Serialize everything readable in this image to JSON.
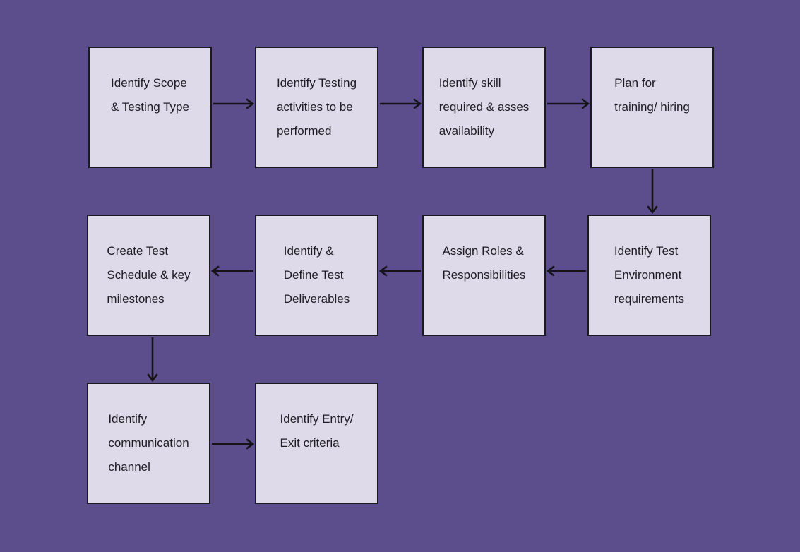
{
  "colors": {
    "background": "#5C4D8C",
    "node_fill": "#DEDAE9",
    "node_border": "#1A1A20",
    "arrow": "#141418",
    "text": "#1C1C22"
  },
  "nodes": [
    {
      "id": "identify-scope",
      "lines": [
        "Identify Scope",
        "& Testing Type"
      ]
    },
    {
      "id": "identify-testing-activities",
      "lines": [
        "Identify Testing",
        "activities to be",
        "performed"
      ]
    },
    {
      "id": "identify-skill",
      "lines": [
        "Identify skill",
        "required & asses",
        "availability"
      ]
    },
    {
      "id": "plan-training-hiring",
      "lines": [
        "Plan for",
        "training/ hiring"
      ]
    },
    {
      "id": "identify-test-environment",
      "lines": [
        "Identify Test",
        "Environment",
        "requirements"
      ]
    },
    {
      "id": "assign-roles",
      "lines": [
        "Assign Roles &",
        "Responsibilities"
      ]
    },
    {
      "id": "define-test-deliverables",
      "lines": [
        "Identify &",
        "Define Test",
        "Deliverables"
      ]
    },
    {
      "id": "create-test-schedule",
      "lines": [
        "Create Test",
        "Schedule & key",
        "milestones"
      ]
    },
    {
      "id": "identify-communication",
      "lines": [
        "Identify",
        "communication",
        "channel"
      ]
    },
    {
      "id": "identify-entry-exit",
      "lines": [
        "Identify Entry/",
        "Exit criteria"
      ]
    }
  ],
  "edges": [
    {
      "from": "identify-scope",
      "to": "identify-testing-activities",
      "direction": "right"
    },
    {
      "from": "identify-testing-activities",
      "to": "identify-skill",
      "direction": "right"
    },
    {
      "from": "identify-skill",
      "to": "plan-training-hiring",
      "direction": "right"
    },
    {
      "from": "plan-training-hiring",
      "to": "identify-test-environment",
      "direction": "down"
    },
    {
      "from": "identify-test-environment",
      "to": "assign-roles",
      "direction": "left"
    },
    {
      "from": "assign-roles",
      "to": "define-test-deliverables",
      "direction": "left"
    },
    {
      "from": "define-test-deliverables",
      "to": "create-test-schedule",
      "direction": "left"
    },
    {
      "from": "create-test-schedule",
      "to": "identify-communication",
      "direction": "down"
    },
    {
      "from": "identify-communication",
      "to": "identify-entry-exit",
      "direction": "right"
    }
  ]
}
